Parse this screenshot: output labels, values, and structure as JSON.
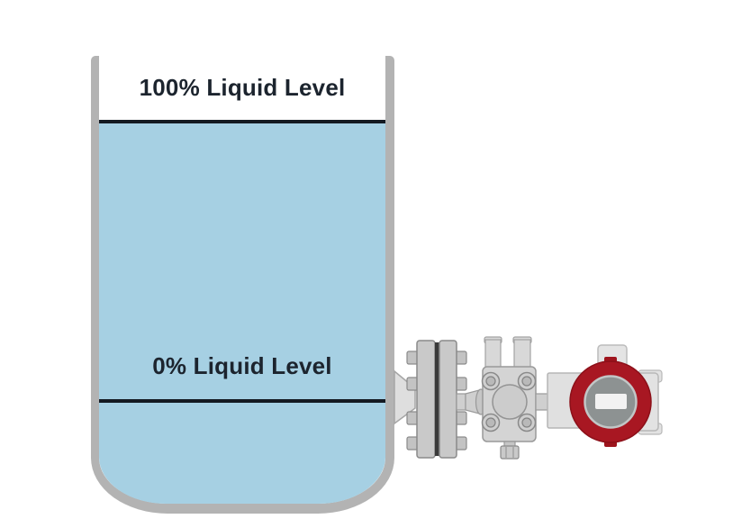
{
  "diagram": {
    "labels": {
      "level_100": "100% Liquid Level",
      "level_0": "0% Liquid Level"
    },
    "colors": {
      "background": "#ffffff",
      "liquid": "#a6d0e3",
      "tank_wall": "#b3b3b3",
      "level_line": "#141a22",
      "label_text": "#1c242e",
      "equipment_gray": "#cfcfcf",
      "transmitter_red": "#a81722",
      "display_face": "#8d9292",
      "display_window": "#f2f2f2"
    },
    "components": [
      {
        "name": "storage-tank"
      },
      {
        "name": "tank-nozzle"
      },
      {
        "name": "process-flange"
      },
      {
        "name": "valve-manifold"
      },
      {
        "name": "pressure-transmitter"
      }
    ]
  }
}
